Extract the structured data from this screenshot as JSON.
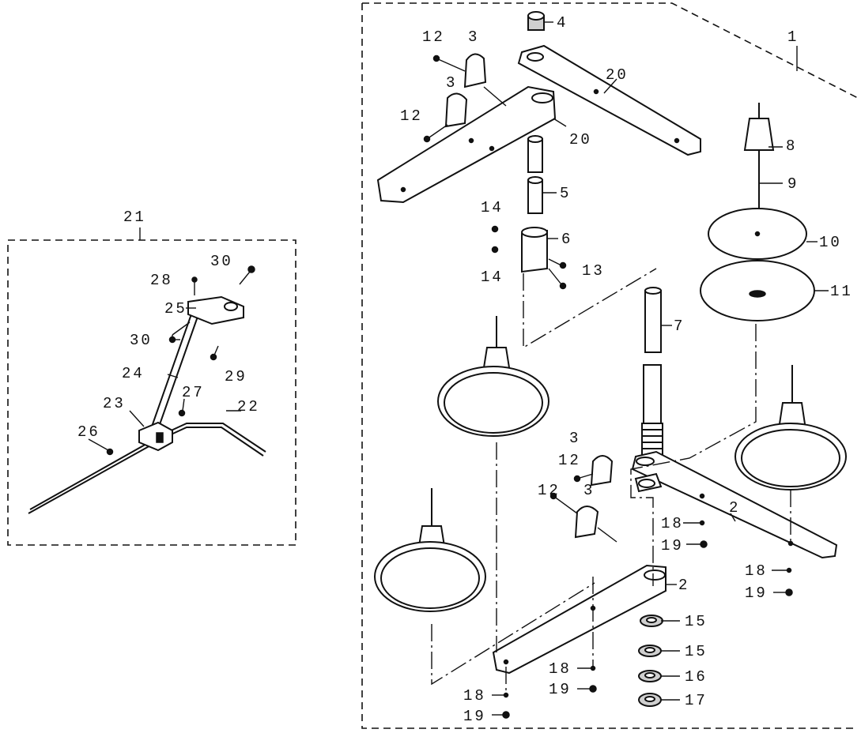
{
  "callouts": {
    "c1": "1",
    "c2a": "2",
    "c2b": "2",
    "c3a": "3",
    "c3b": "3",
    "c3c": "3",
    "c3d": "3",
    "c4": "4",
    "c5": "5",
    "c6": "6",
    "c7": "7",
    "c8": "8",
    "c9": "9",
    "c10": "10",
    "c11": "11",
    "c12a": "12",
    "c12b": "12",
    "c12c": "12",
    "c12d": "12",
    "c13": "13",
    "c14a": "14",
    "c14b": "14",
    "c15a": "15",
    "c15b": "15",
    "c16": "16",
    "c17": "17",
    "c18a": "18",
    "c18b": "18",
    "c18c": "18",
    "c18d": "18",
    "c19a": "19",
    "c19b": "19",
    "c19c": "19",
    "c19d": "19",
    "c20a": "20",
    "c20b": "20",
    "c21": "21",
    "c22": "22",
    "c23": "23",
    "c24": "24",
    "c25": "25",
    "c26": "26",
    "c27": "27",
    "c28": "28",
    "c29": "29",
    "c30a": "30",
    "c30b": "30"
  }
}
